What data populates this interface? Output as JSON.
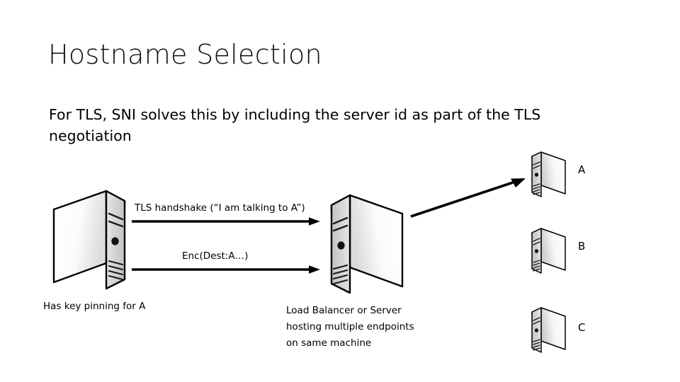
{
  "slide": {
    "title": "Hostname Selection",
    "body": "For TLS, SNI solves this by including the server id as part of the TLS negotiation",
    "background_color": "#ffffff",
    "text_color": "#000000"
  },
  "diagram": {
    "arrows": [
      {
        "name": "tls-handshake-arrow",
        "label": "TLS handshake (“I am talking to A”)"
      },
      {
        "name": "enc-dest-arrow",
        "label": "Enc(Dest:A…)"
      },
      {
        "name": "server-to-endpoint-a-arrow",
        "label": ""
      }
    ],
    "client": {
      "icon": "server-tower-icon",
      "caption": "Has key pinning for A"
    },
    "middle": {
      "icon": "server-tower-icon",
      "caption": "Load Balancer or Server\nhosting multiple endpoints\non same machine"
    },
    "endpoints": [
      {
        "icon": "server-tower-icon",
        "label": "A"
      },
      {
        "icon": "server-tower-icon",
        "label": "B"
      },
      {
        "icon": "server-tower-icon",
        "label": "C"
      }
    ],
    "colors": {
      "server_outline": "#000000",
      "server_side_light": "#ffffff",
      "server_side_shade": "#cfcfcf",
      "server_front": "#d9d9d9",
      "server_top": "#f2f2f2",
      "arrow": "#000000"
    }
  }
}
